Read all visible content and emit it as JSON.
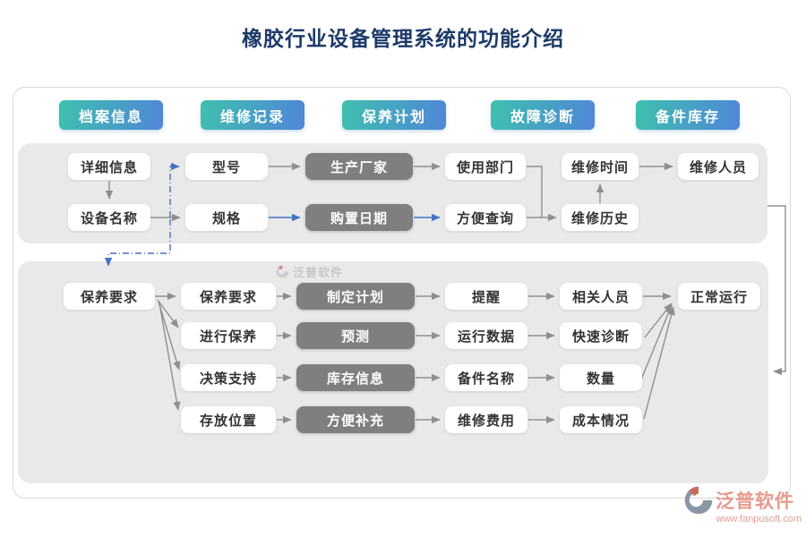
{
  "title": "橡胶行业设备管理系统的功能介绍",
  "tabs": [
    {
      "label": "档案信息"
    },
    {
      "label": "维修记录"
    },
    {
      "label": "保养计划"
    },
    {
      "label": "故障诊断"
    },
    {
      "label": "备件库存"
    }
  ],
  "panel1": {
    "nodes": {
      "detail_info": "详细信息",
      "device_name": "设备名称",
      "model": "型号",
      "spec": "规格",
      "manufacturer": "生产厂家",
      "purchase_date": "购置日期",
      "use_dept": "使用部门",
      "easy_query": "方便查询",
      "repair_time": "维修时间",
      "repair_history": "维修历史",
      "repair_staff": "维修人员"
    }
  },
  "panel2": {
    "nodes": {
      "maint_req_hub": "保养要求",
      "maint_req": "保养要求",
      "do_maint": "进行保养",
      "decision_support": "决策支持",
      "storage_location": "存放位置",
      "make_plan": "制定计划",
      "forecast": "预测",
      "inventory_info": "库存信息",
      "easy_replenish": "方便补充",
      "reminder": "提醒",
      "run_data": "运行数据",
      "spare_name": "备件名称",
      "repair_cost": "维修费用",
      "related_staff": "相关人员",
      "quick_diag": "快速诊断",
      "quantity": "数量",
      "cost_status": "成本情况",
      "normal_run": "正常运行"
    }
  },
  "watermark": {
    "brand": "泛普软件"
  },
  "footer_logo": {
    "brand": "泛普软件",
    "url": "www.fanpusoft.com"
  },
  "colors": {
    "title": "#1d3a68",
    "button_gradient_start": "#3fc0ae",
    "button_gradient_end": "#4f86d8",
    "panel_bg": "#e9e9e9",
    "dark_node_bg": "#7f7f7f",
    "arrow_gray": "#8f8f8f",
    "arrow_blue": "#4472c4",
    "logo_text": "#e59a8c"
  }
}
